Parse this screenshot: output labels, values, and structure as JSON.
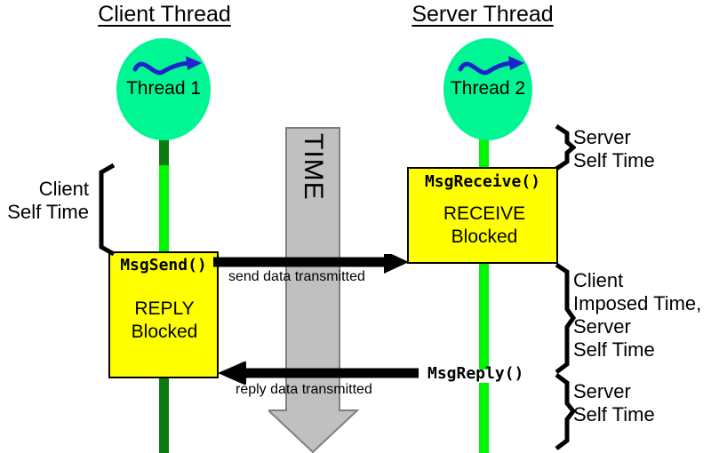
{
  "diagram": {
    "type": "sequence-diagram",
    "subject": "QNX message passing: MsgSend / MsgReceive / MsgReply timing",
    "colors": {
      "thread_bubble": "#00F593",
      "lifeline_active": "#00F500",
      "lifeline_blocked": "#0C7C10",
      "state_box": "#FFFF00",
      "time_arrow": "#C0C0C0",
      "squiggle": "#2222CC",
      "outline": "#000000"
    }
  },
  "columns": {
    "client": {
      "title": "Client Thread",
      "thread_label": "Thread 1",
      "state_box": {
        "api": "MsgSend()",
        "state_line1": "REPLY",
        "state_line2": "Blocked"
      }
    },
    "server": {
      "title": "Server Thread",
      "thread_label": "Thread 2",
      "state_box": {
        "api": "MsgReceive()",
        "state_line1": "RECEIVE",
        "state_line2": "Blocked"
      },
      "reply_call": "MsgReply()"
    }
  },
  "time_axis": {
    "label": "TIME",
    "direction": "downward"
  },
  "messages": [
    {
      "caption": "send data transmitted",
      "direction": "client-to-server"
    },
    {
      "caption": "reply data transmitted",
      "direction": "server-to-client"
    }
  ],
  "annotations": {
    "client_self_time": {
      "line1": "Client",
      "line2": "Self Time"
    },
    "server_self_time_top": {
      "line1": "Server",
      "line2": "Self Time"
    },
    "client_imposed_time": {
      "line1": "Client",
      "line2": "Imposed Time,",
      "line3": "Server",
      "line4": "Self Time"
    },
    "server_self_time_bottom": {
      "line1": "Server",
      "line2": "Self Time"
    }
  }
}
